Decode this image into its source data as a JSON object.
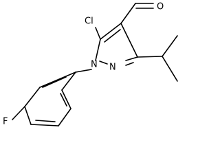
{
  "molecule": {
    "atoms": {
      "chlorine": "Cl",
      "oxygen": "O",
      "nitrogen_1": "N",
      "nitrogen_2": "N",
      "fluorine": "F"
    }
  }
}
